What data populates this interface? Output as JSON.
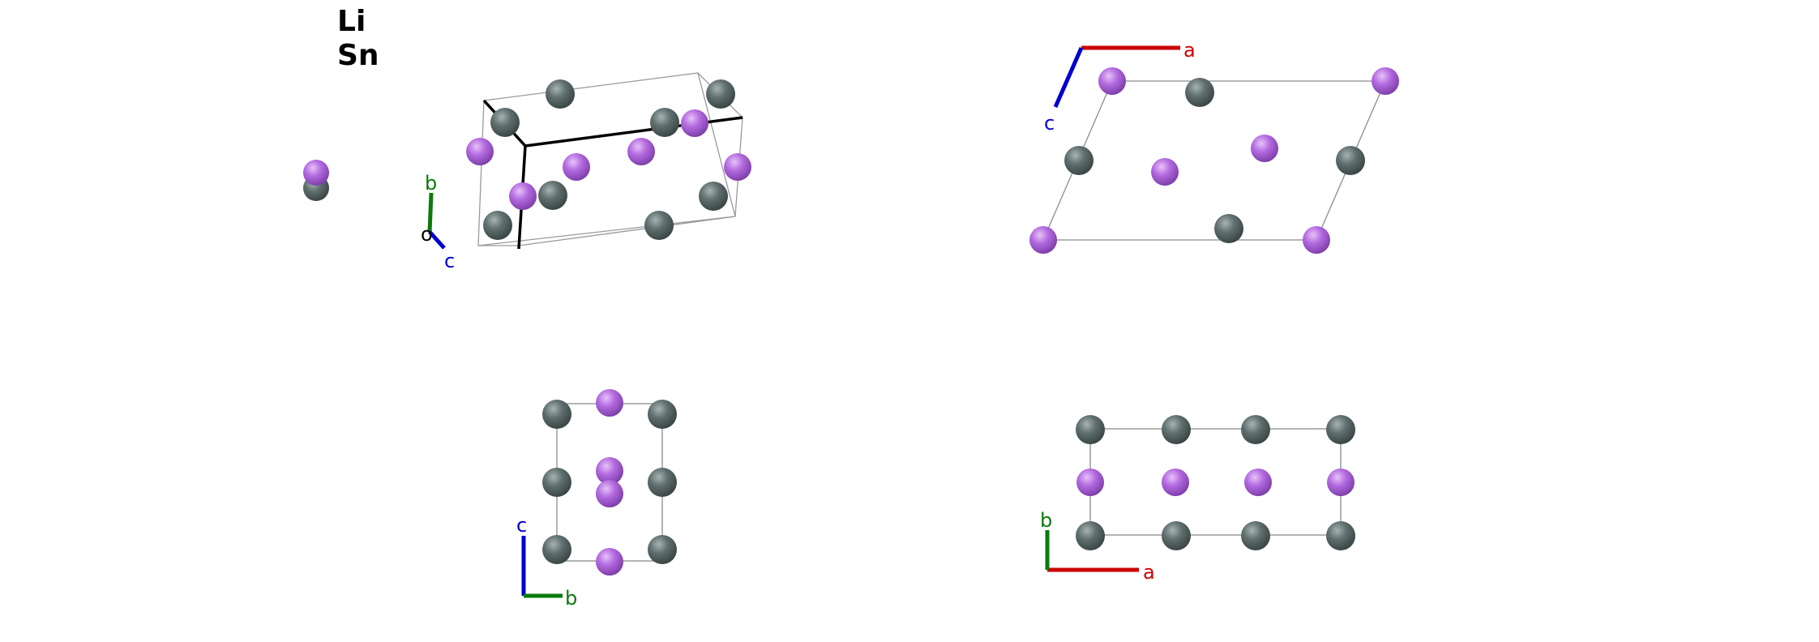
{
  "legend": {
    "items": [
      "Li",
      "Sn"
    ]
  },
  "elements": {
    "Li": {
      "color": "#b36ae0"
    },
    "Sn": {
      "color": "#5f6e6e"
    }
  },
  "axes": {
    "a": {
      "label": "a",
      "color": "#cc0000"
    },
    "b": {
      "label": "b",
      "color": "#0b7a0b"
    },
    "c": {
      "label": "c",
      "color": "#0000cc"
    },
    "o": {
      "label": "o",
      "color": "#000000"
    }
  }
}
